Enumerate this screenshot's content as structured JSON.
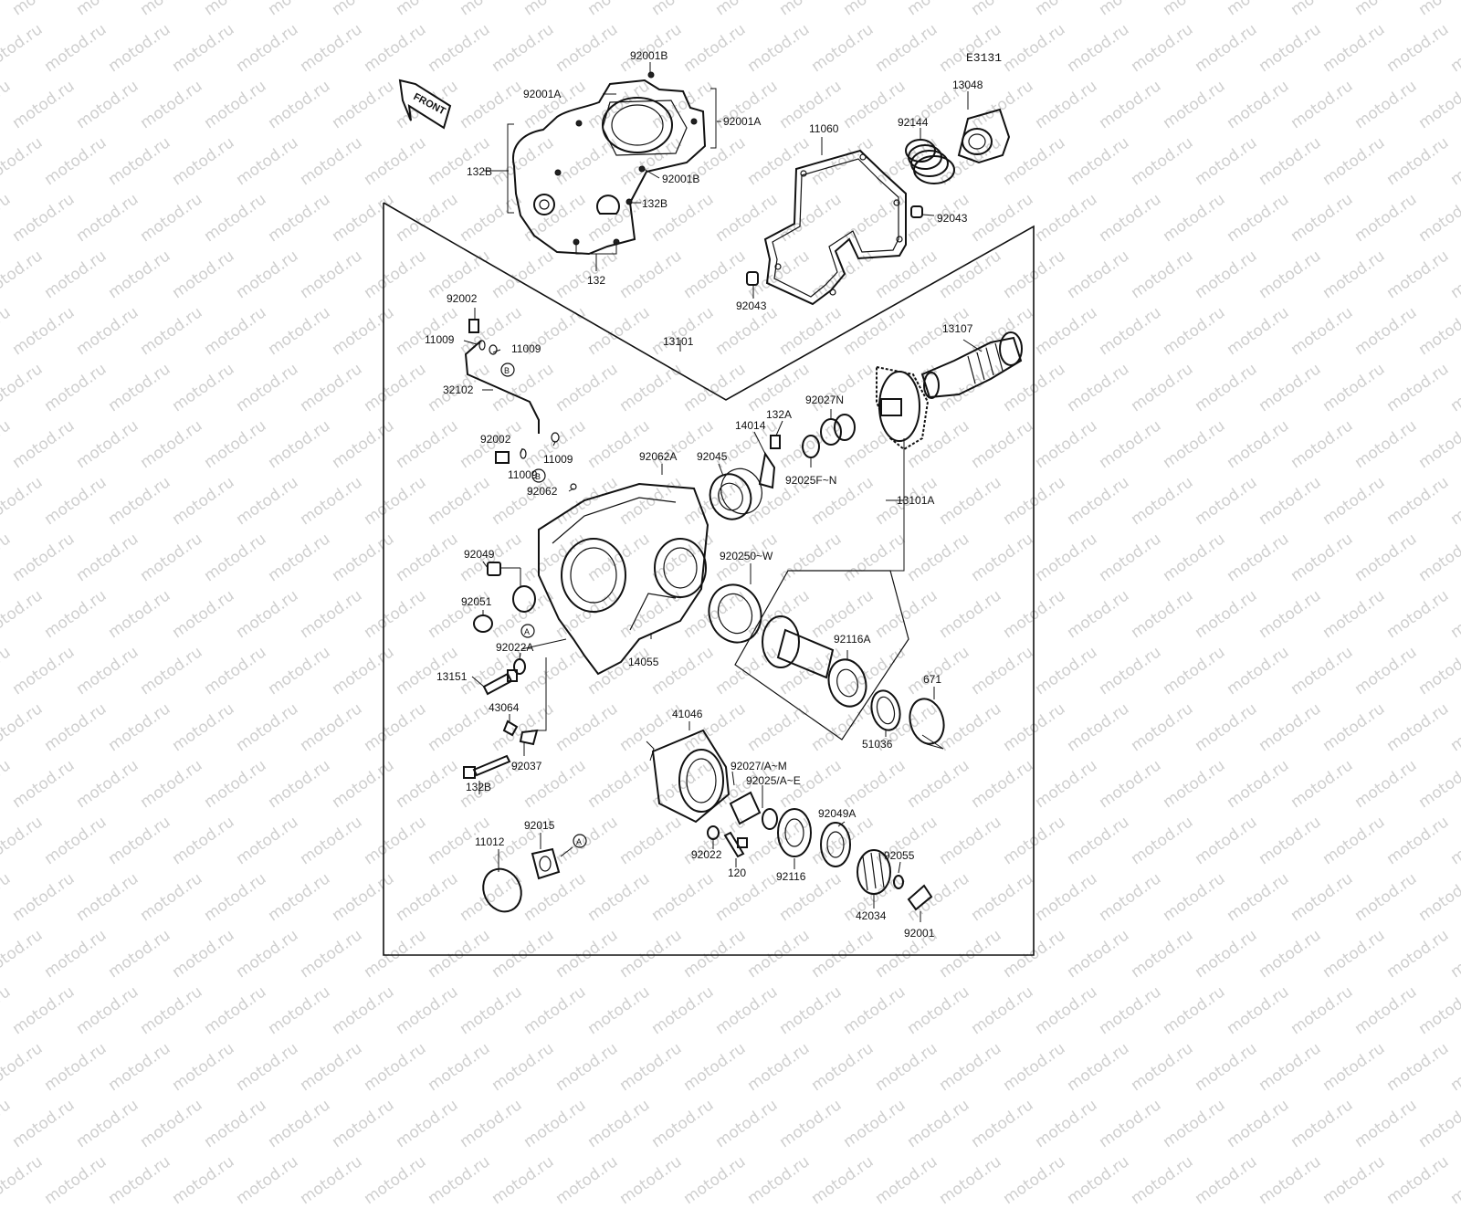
{
  "diagram_code": "E3131",
  "front_sign": "FRONT",
  "watermark": "motod.ru",
  "circle_markers": [
    "B",
    "B",
    "A",
    "A"
  ],
  "part_labels": [
    "92001B",
    "92001A",
    "92001A",
    "92001B",
    "132B",
    "132B",
    "132",
    "11060",
    "92144",
    "13048",
    "92043",
    "92043",
    "92002",
    "11009",
    "11009",
    "32102",
    "13101",
    "13107",
    "92027N",
    "132A",
    "14014",
    "92002",
    "11009",
    "11009",
    "92062A",
    "92045",
    "92025F~N",
    "92062",
    "13101A",
    "92049",
    "92051",
    "920250~W",
    "92116A",
    "92022A",
    "14055",
    "671",
    "13151",
    "43064",
    "51036",
    "41046",
    "92027/A~M",
    "92025/A~E",
    "92049A",
    "132B",
    "92037",
    "11012",
    "92015",
    "92022",
    "92055",
    "120",
    "92116",
    "42034",
    "92001"
  ]
}
